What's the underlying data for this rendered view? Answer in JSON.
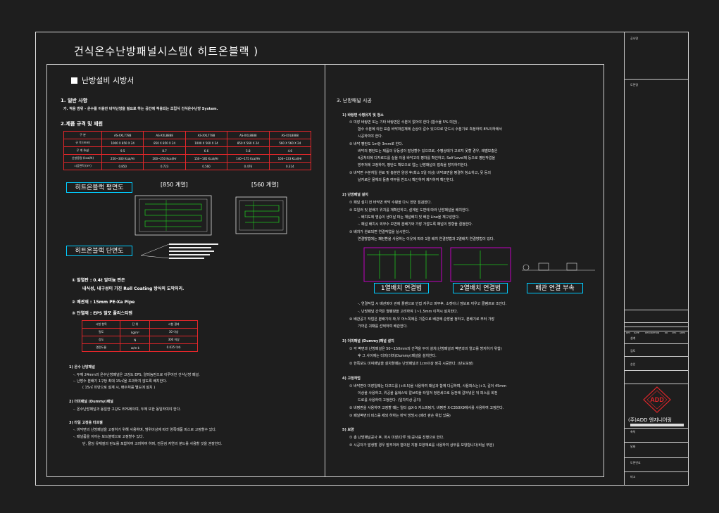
{
  "title": "건식온수난방패널시스템( 히트온블랙 )",
  "section_header": "난방설비 시방서",
  "left": {
    "s1_title": "1. 일반 사항",
    "s1_body": "가. 적용 범위 - 온수를 이용한 바닥난방을 필요로 하는 공간에 적용되는 조립식 건식온수난방 System.",
    "s2_title": "2.제품 규격 및 재원",
    "spec_table": {
      "headers": [
        "구  분",
        "AS-XXL7788",
        "AS-XXL8888",
        "AS-XXL7788",
        "AS-XXL8888",
        "AS-XXL8888"
      ],
      "rows": [
        [
          "규 격 (mm)",
          "1000 X 850 X 24",
          "850 X 850 X 24",
          "1000 X 560 X 24",
          "850 X 560 X 24",
          "560 X 560 X 24"
        ],
        [
          "무 게 (kg)",
          "9.5",
          "8.7",
          "6.6",
          "5.8",
          "4.6"
        ],
        [
          "난방용량 (kcal/h)",
          "250~300 Kcal/Hr",
          "200~250 Kcal/Hr",
          "150~185 Kcal/Hr",
          "140~175 Kcal/Hr",
          "104~133 Kcal/Hr"
        ],
        [
          "시공면적 (m²)",
          "0.850",
          "0.723",
          "0.560",
          "0.476",
          "0.314"
        ]
      ]
    },
    "plan_label": "히트온블랙 평면도",
    "plan_850": "[850 계열]",
    "plan_560": "[560 계열]",
    "section_label": "히트온블랙 단면도",
    "items": [
      "① 발열판 : 0.4t 알미늄 판은",
      "내식성, 내구성이 가진 Roll Coating 방식의 도막처리.",
      "② 배관재 : 15mm PE-Xa Pipe",
      "③ 단열재 : EPS 발포 폴리스티렌"
    ],
    "mat_table": {
      "headers": [
        "시험 항목",
        "단 위",
        "시험 결과"
      ],
      "rows": [
        [
          "밀도",
          "kg/m³",
          "30 이상"
        ],
        [
          "강도",
          "N",
          "300 이상"
        ],
        [
          "열전도율",
          "w/m·k",
          "0.035 이하"
        ]
      ]
    },
    "s_install_title": "1) 온수 난방패널",
    "s_install": [
      "-. 두께 24mm의 온수난방패널은 고강도 EPS, 알미늄판으로 이루어진 건식난방 패널.",
      "-. 난방수 분배기 1구당 최대 15㎡을 초과하지 않도록 배치한다.",
      "( 15㎡ 미만으로 설계 시, 배수처를 별도에 설치 )"
    ],
    "s_dummy_title": "2) 더미패널 (Dummy)패널",
    "s_dummy": "-. 온수난방패널과 동일한 고강도 EPS에이며, 두께 또한 동일하여야 한다.",
    "s_fix_title": "3) 타일 고정용 타프젤",
    "s_fix": [
      "-. 바닥면의 난방패널을 고정하기 위해 사용하며, 범위이상에 따라 양쪽테품 피스로 고정할수 있다.",
      "-. 패널품을 이어는 보드블랙으로 고정할수 있다.",
      "단, 몰딩 유재질의 탄도를 포함하여 고려하여 하며, 전문검 자연의 분드를 사용할 것을 권장한다."
    ]
  },
  "right": {
    "s3_title": "3. 난방패널 시공",
    "p1_title": "1) 바탕면 수평유지 및 청소",
    "p1": [
      "① 미장 바탕면 또는 기타 바탕면은 수분이 없어야 한다 (함수율 5% 미만) ,",
      "함수 수분에 의한 표층 바닥마감재에 손상이 갈수 있으므로 반드시 수분기로 측정하여 8%이하에서",
      "시공하여야 한다.",
      "② 바닥 평탄도 1m당 3mm로 한다.",
      "바닥의 평탄도는 제품의 유동성이 발생할수 있으므로, 수평상태가 고르지 못할 경우, 레벨보충은",
      "4공처리에 디자로드를 실을 이용 바닥고의 평차를 확인하고, Self Level제 등으로 평탄작업을",
      "방주처에 고정하여, 평탄도 확보으로 업는 난방패널의 접촉을 방지하여한다.",
      "③ 바닥면 수분처일 완료 및 충분한 양생 후(최소 5일 이상) 바닥표면을 평결히 청소하고, 못 등의",
      "날카로운 물체의 돌출 여부를 반드시 확인하여 제거하여 확인한다."
    ],
    "p2_title": "2) 난방패널 설치",
    "p2": [
      "① 패널 설치 전 바닥면 바닥 수평을 다시 한번 점검한다.",
      "② 보일러 및 분배기 위치를 재확인하고, 설계된 도면에 따라 난방패널을 배치한다.",
      "-. 배치도에 명승이 생이날 따는 재널배치 및 배관 Line을 재구성한다.",
      "-. 패널 배치시 외부수 보면에 분배기와 가장 가깝도록 패널의 방향을 결정한다.",
      "③ 배치가 완료되면 연결작업을 실시한다.",
      "연결방법에는 패턴환을 사용하는 이웃에 따라 1열 배치 연결방법과 2열배치 연결방법이 있다."
    ],
    "btn1": "1열배치 연결법",
    "btn2": "2열배치 연결법",
    "btn3": "배관 연결 부속",
    "p2_notes": [
      "-. 연결작업 시 배관파이 관에 플랜으로 인접 지우고 파부후, 소켓이나 덤보로 끼우고 클램프로 조인다.",
      "-. 난방패널 간극은 열팽창을 고려하여 1~1.5mm 이격시 설치한다.",
      "④ 배관공기 작업은 분배기의 좌,우 어느쪽에든 기준으로 배관에 순방을 정하고, 분배기로 부터 가장",
      "가까운 귀패를 선택하여 배관한다."
    ],
    "p3_title": "3) 더미패널 (Dummy)패널 설치",
    "p3": [
      "① 각 벽면과 난방패널은 50~150mm의 간격을 두어 설치(난방패널과 벽면과의 얼고를 방지하기 위함)",
      "후 그 사이에는 더미(더미(Dummy)패널을 설치한다.",
      "② 한쪽보드 미여패널을 설치할때는 난방패널과 1cm이상 정곡 시공한다. (단도보정)"
    ],
    "p4_title": "4) 고정작업",
    "p4": [
      "① 바닥면이 미장일때는 다프드를 (+8.5)을 사용하여 패널과 함께 다공하며, 사용피스는(+3, 길이 45mm",
      "이상을 사용하고, 위공을 옵레스틱 칼브럭을 타일져 정한세으로 등전에 걸어넣은 뒤 피스를 회전",
      "드로를 사용하여 고정한다. (일차지상 공지)",
      "② 비평판을 사용하여 고정할 때는 일터 @X-5 커스피팅기, 바평판 X-C350X9에서를 사용하여 고정한다.",
      "③ 패널벽면의 피스를 제외 하하는 바닥 방빙시 (패러 판손 위험 있음)"
    ],
    "p5_title": "5) 보양",
    "p5": [
      "① 총 난방패널공사 후, 마시 미장(다루 외)공사를 진행으로 한다.",
      "② 시공자가 발생할 경우 발주처와 협의된 지평 보양재료를 사용하여 상부를 보양합니다(비닐 부분)"
    ]
  },
  "titleblock": {
    "row1": "공사명",
    "row2": "도면명",
    "logo_text": "ADD",
    "company": "(주)ADD 엔지니어링",
    "rev_headers": [
      "REV",
      "DATE",
      "DESCRIPTION",
      "DR",
      "CHK",
      "APPD"
    ],
    "fields": [
      "설계",
      "검토",
      "승인",
      "축척",
      "날짜",
      "도면번호",
      "비고"
    ]
  },
  "colors": {
    "background": "#1e1e1e",
    "line": "#cccccc",
    "accent_red": "#e0262a",
    "accent_cyan": "#00ccff",
    "accent_magenta": "#c000c0",
    "accent_green": "#20c020"
  }
}
